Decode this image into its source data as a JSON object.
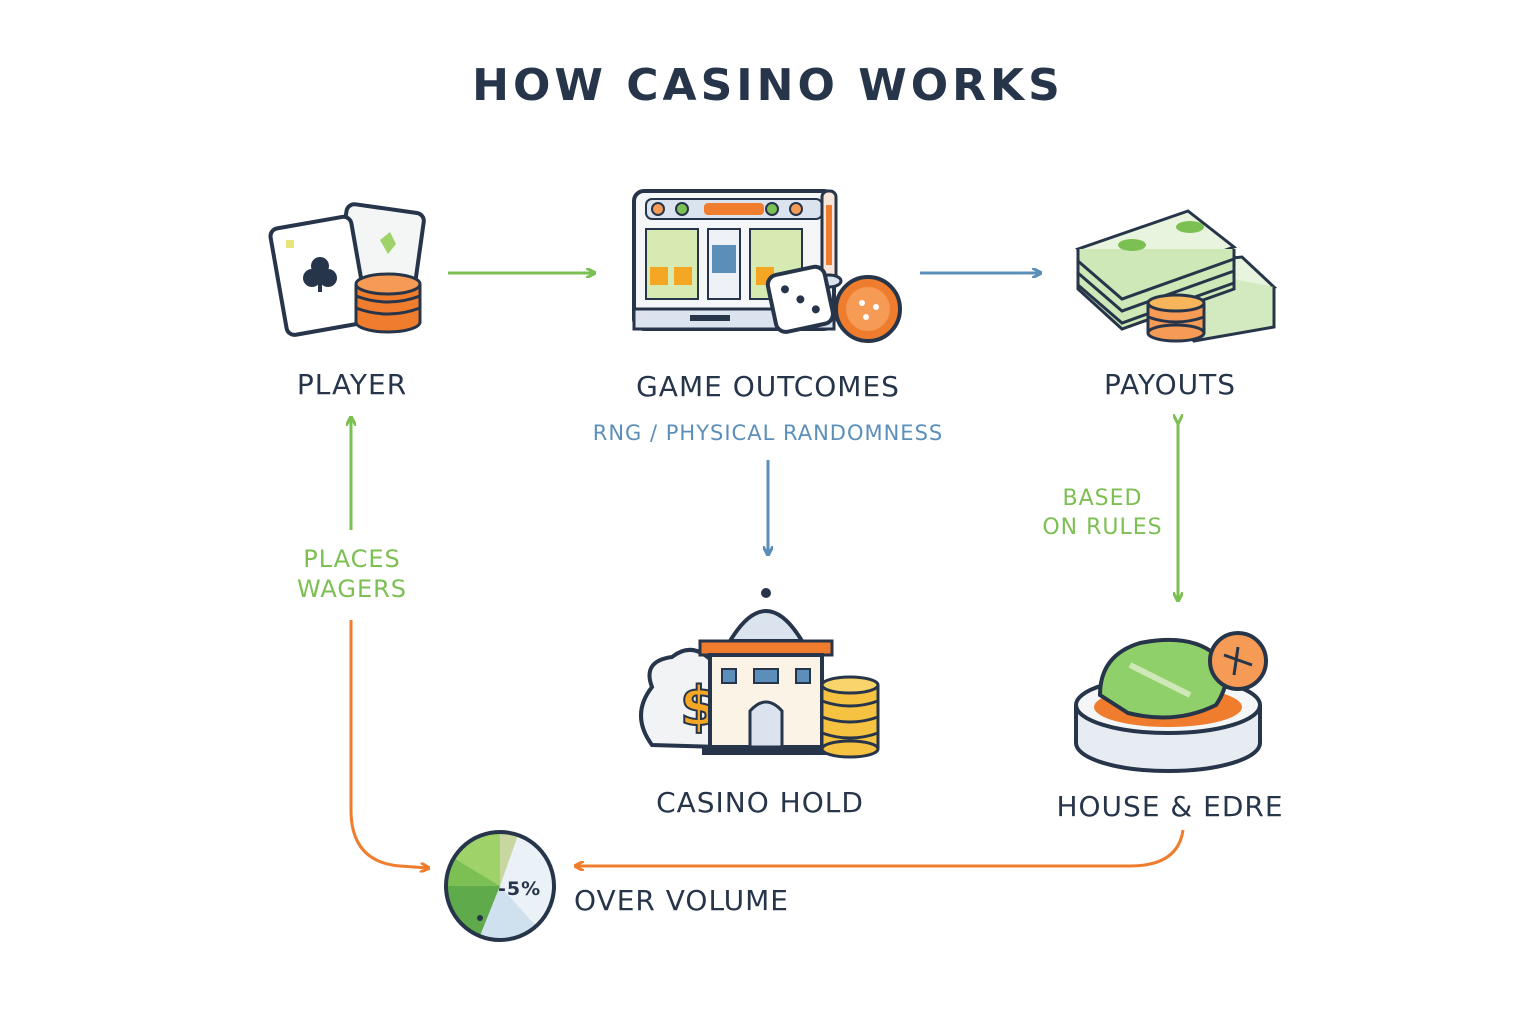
{
  "title": "HOW CASINO WORKS",
  "nodes": {
    "player": "PLAYER",
    "game_outcomes": "GAME OUTCOMES",
    "game_outcomes_sub": "RNG / PHYSICAL RANDOMNESS",
    "payouts": "PAYOUTS",
    "casino_hold": "CASINO HOLD",
    "house_edge": "HOUSE & EDRE",
    "over_volume": "OVER VOLUME"
  },
  "edge_labels": {
    "places_wagers_1": "PLACES",
    "places_wagers_2": "WAGERS",
    "based_on_rules_1": "BASED",
    "based_on_rules_2": "ON RULES"
  },
  "pie_label": "-5%",
  "colors": {
    "dark": "#27354a",
    "green": "#7cbf52",
    "blue": "#5b8fb9",
    "orange": "#ef7d2d"
  }
}
